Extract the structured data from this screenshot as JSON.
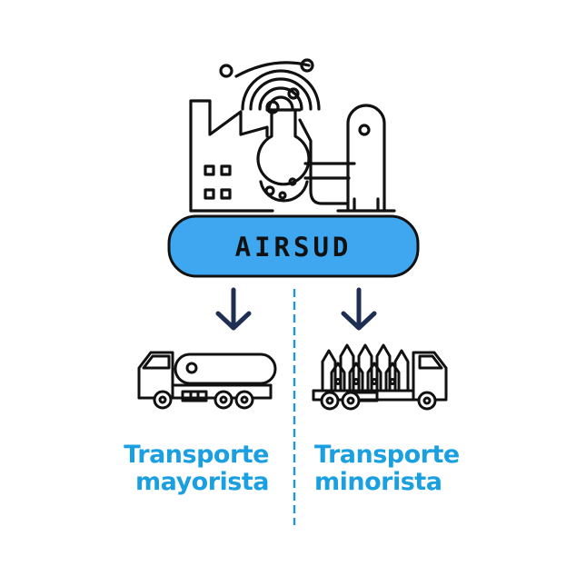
{
  "brand": {
    "name": "AIRSUD"
  },
  "branches": [
    {
      "line1": "Transporte",
      "line2": "mayorista"
    },
    {
      "line1": "Transporte",
      "line2": "minorista"
    }
  ],
  "colors": {
    "accent": "#1a9fe0",
    "banner_fill": "#3fa7f0",
    "outline": "#111111",
    "arrow": "#1f2f54",
    "divider": "#1f96d8"
  },
  "icons": {
    "factory": "factory-icon",
    "tanker": "tanker-truck-icon",
    "cylinder_truck": "cylinder-truck-icon",
    "arrow": "arrow-down-icon"
  }
}
